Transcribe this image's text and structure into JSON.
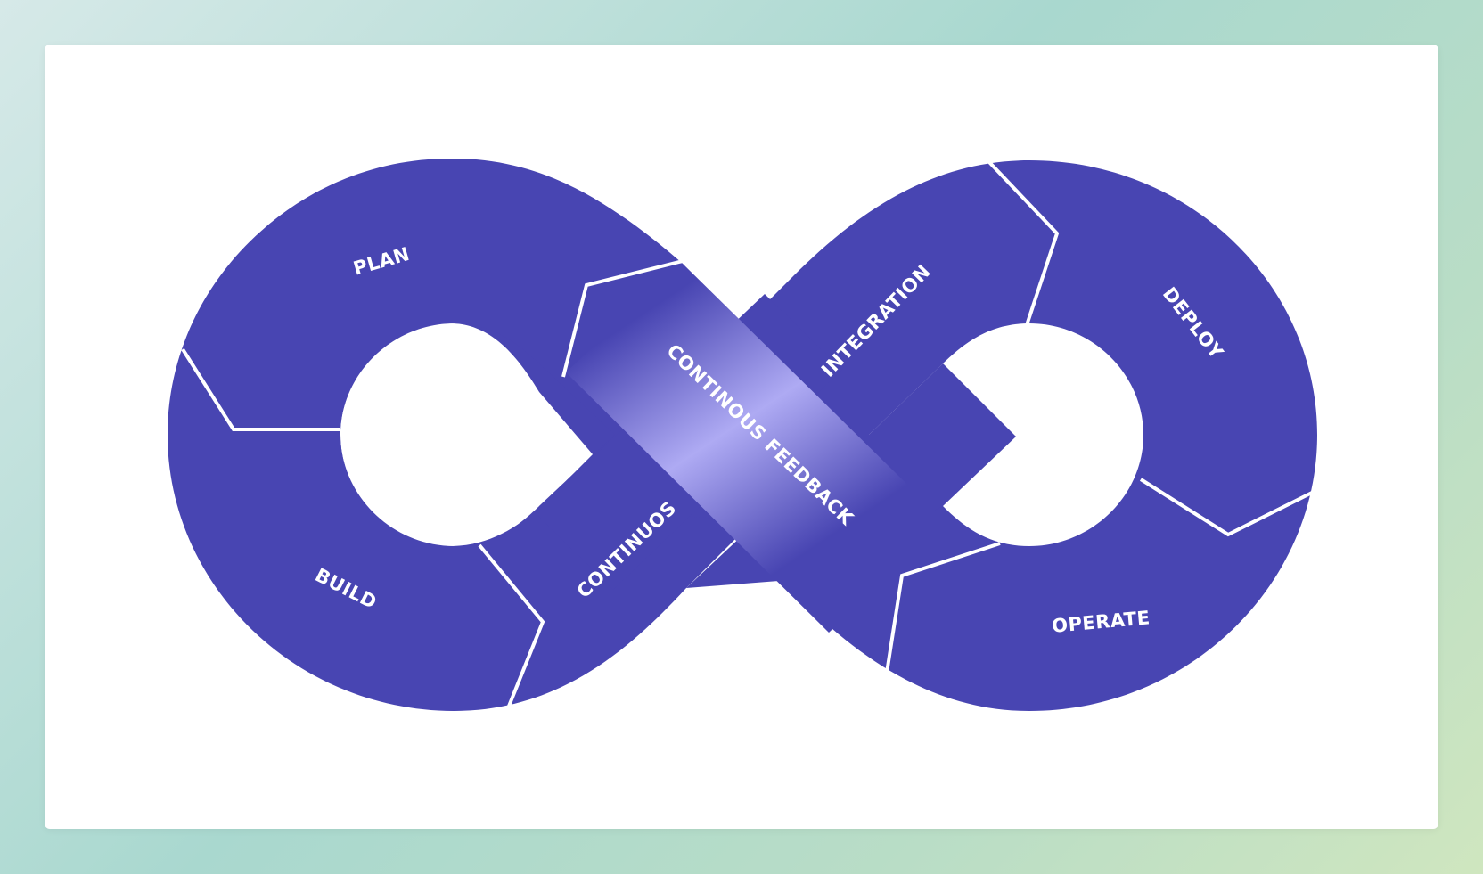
{
  "colors": {
    "loop": "#4845b2",
    "divider": "#ffffff",
    "highlight": "#aeaaf3",
    "card": "#ffffff"
  },
  "labels": {
    "plan": "PLAN",
    "build": "BUILD",
    "continuous": "CONTINUOS",
    "feedback": "CONTINOUS FEEDBACK",
    "integration": "INTEGRATION",
    "deploy": "DEPLOY",
    "operate": "OPERATE"
  }
}
